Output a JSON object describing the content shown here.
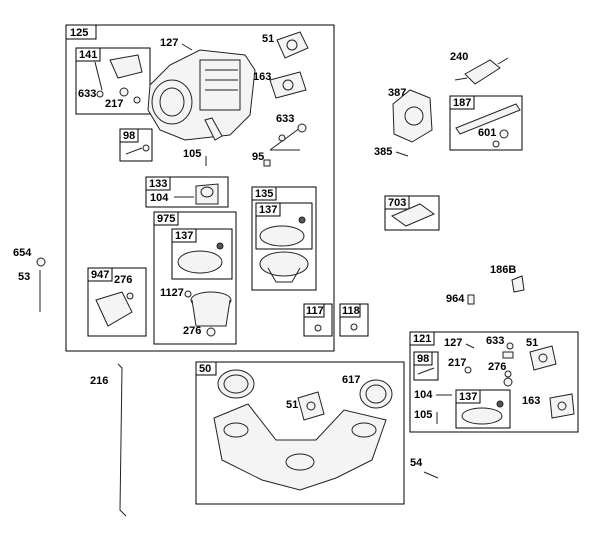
{
  "diagram": {
    "boxes": {
      "b125": "125",
      "b141": "141",
      "b98a": "98",
      "b133": "133",
      "b135": "135",
      "b975": "975",
      "b137a": "137",
      "b137b": "137",
      "b947": "947",
      "b117": "117",
      "b118": "118",
      "b187": "187",
      "b703": "703",
      "b121": "121",
      "b98b": "98",
      "b137c": "137",
      "b50": "50"
    },
    "labels": {
      "l127a": "127",
      "l51a": "51",
      "l163a": "163",
      "l633a": "633",
      "l217a": "217",
      "l633b": "633",
      "l105a": "105",
      "l95": "95",
      "l104a": "104",
      "l654": "654",
      "l53": "53",
      "l276a": "276",
      "l1127": "1127",
      "l276b": "276",
      "l240": "240",
      "l387": "387",
      "l601": "601",
      "l385": "385",
      "l186b": "186B",
      "l964": "964",
      "l127b": "127",
      "l633c": "633",
      "l51b": "51",
      "l217b": "217",
      "l276c": "276",
      "l104b": "104",
      "l163b": "163",
      "l105b": "105",
      "l216": "216",
      "l617": "617",
      "l51c": "51",
      "l54": "54"
    }
  }
}
